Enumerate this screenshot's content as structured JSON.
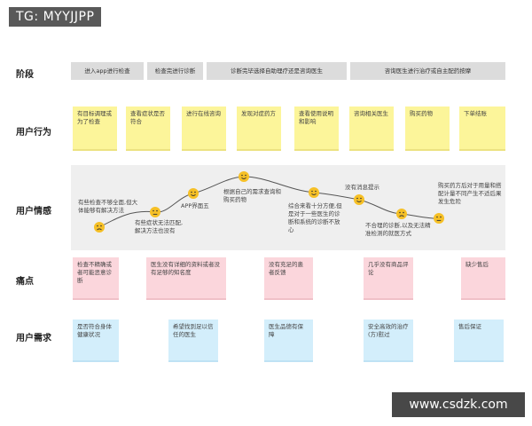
{
  "tag": "TG: MYYJJPP",
  "watermark": "www.csdzk.com",
  "rows": {
    "stage": "阶段",
    "behavior": "用户行为",
    "emotion": "用户情感",
    "pain": "痛点",
    "need": "用户需求"
  },
  "stages": [
    "进入app进行检查",
    "检查完进行诊断",
    "诊断完毕选择自助理疗还是咨询医生",
    "咨询医生进行治疗或自主配药按摩"
  ],
  "behaviors": [
    "有目标调理或为了检查",
    "查看症状是否符合",
    "进行在线咨询",
    "发现对症药方",
    "查看使用说明和影响",
    "咨询相关医生",
    "购买药物",
    "下单结账"
  ],
  "emotion_labels": [
    "有些检查不够全面,但大体能够有解决方法",
    "有些症状无法匹配,解决方法也没有",
    "APP界面五",
    "根据自己的需求查询和购买药物",
    "综合来看十分方便,但是对于一些医生的诊断和系统的诊断不放心",
    "没有消息提示",
    "不合理的诊断,以及无法精准检测的就医方式",
    "购买药方后对于用量和搭配计量不同产生不适后果发生危险"
  ],
  "emotion_faces": [
    "sad",
    "neutral",
    "happy",
    "happy",
    "happy",
    "happy",
    "sad",
    "neutral"
  ],
  "pains": [
    "检查不精确或者可能恶意诊断",
    "医生没有详细的资料或者没有足够的知名度",
    "没有充足的患者反馈",
    "几乎没有商品评论",
    "缺少售后"
  ],
  "needs": [
    "是否符合身体健康状况",
    "希望找到足以信任的医生",
    "医生品德有保障",
    "安全高效的治疗(方)慰过",
    "售后保证"
  ],
  "colors": {
    "yellow": "#fcf59a",
    "pink": "#fbd6dc",
    "blue": "#d3eefb",
    "stage": "#dcdcdc",
    "emoji": "#f6c026"
  }
}
